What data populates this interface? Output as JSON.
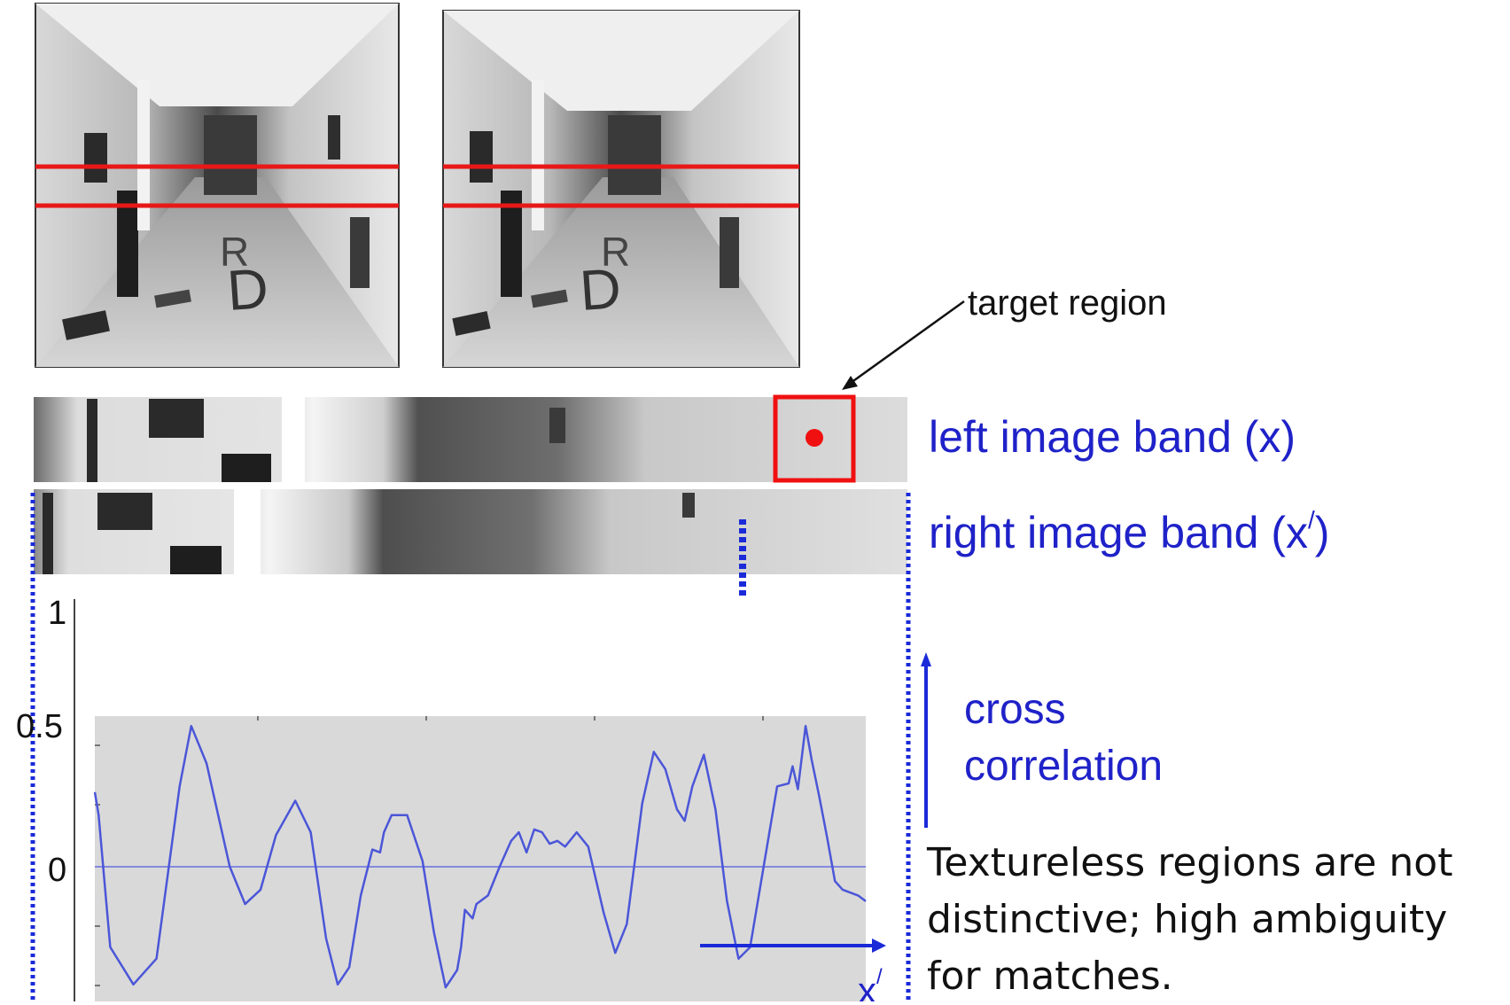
{
  "labels": {
    "target_region": "target region",
    "left_band": "left image band (x)",
    "right_band_prefix": "right image band (x",
    "right_band_prime": "/",
    "right_band_suffix": ")",
    "cross_line1": "cross",
    "cross_line2": "correlation",
    "x_axis": "x",
    "x_axis_prime": "/",
    "note": "Textureless regions are not distinctive; high ambiguity for matches."
  },
  "chart_data": {
    "type": "line",
    "xlabel": "x/",
    "ylabel": "",
    "yticks": [
      "1",
      "0.5",
      "0"
    ],
    "ylim": [
      -0.42,
      0.52
    ],
    "xlim": [
      0,
      1
    ],
    "series": [
      {
        "values": [
          [
            0.0,
            0.26
          ],
          [
            0.005,
            0.18
          ],
          [
            0.02,
            -0.28
          ],
          [
            0.05,
            -0.41
          ],
          [
            0.08,
            -0.32
          ],
          [
            0.11,
            0.28
          ],
          [
            0.125,
            0.49
          ],
          [
            0.145,
            0.36
          ],
          [
            0.175,
            0.0
          ],
          [
            0.195,
            -0.13
          ],
          [
            0.215,
            -0.08
          ],
          [
            0.235,
            0.11
          ],
          [
            0.26,
            0.23
          ],
          [
            0.28,
            0.12
          ],
          [
            0.3,
            -0.25
          ],
          [
            0.315,
            -0.41
          ],
          [
            0.33,
            -0.35
          ],
          [
            0.345,
            -0.1
          ],
          [
            0.36,
            0.06
          ],
          [
            0.37,
            0.05
          ],
          [
            0.375,
            0.12
          ],
          [
            0.385,
            0.18
          ],
          [
            0.405,
            0.18
          ],
          [
            0.425,
            0.02
          ],
          [
            0.44,
            -0.23
          ],
          [
            0.455,
            -0.42
          ],
          [
            0.47,
            -0.36
          ],
          [
            0.475,
            -0.28
          ],
          [
            0.48,
            -0.15
          ],
          [
            0.49,
            -0.18
          ],
          [
            0.495,
            -0.13
          ],
          [
            0.51,
            -0.1
          ],
          [
            0.525,
            0.0
          ],
          [
            0.54,
            0.09
          ],
          [
            0.55,
            0.12
          ],
          [
            0.56,
            0.05
          ],
          [
            0.57,
            0.13
          ],
          [
            0.58,
            0.12
          ],
          [
            0.59,
            0.08
          ],
          [
            0.6,
            0.09
          ],
          [
            0.61,
            0.07
          ],
          [
            0.625,
            0.12
          ],
          [
            0.64,
            0.07
          ],
          [
            0.66,
            -0.16
          ],
          [
            0.675,
            -0.3
          ],
          [
            0.69,
            -0.2
          ],
          [
            0.71,
            0.22
          ],
          [
            0.725,
            0.4
          ],
          [
            0.74,
            0.34
          ],
          [
            0.755,
            0.2
          ],
          [
            0.765,
            0.16
          ],
          [
            0.775,
            0.28
          ],
          [
            0.79,
            0.39
          ],
          [
            0.805,
            0.2
          ],
          [
            0.82,
            -0.12
          ],
          [
            0.835,
            -0.32
          ],
          [
            0.85,
            -0.28
          ],
          [
            0.87,
            0.04
          ],
          [
            0.885,
            0.28
          ],
          [
            0.9,
            0.29
          ],
          [
            0.905,
            0.35
          ],
          [
            0.912,
            0.27
          ],
          [
            0.922,
            0.49
          ],
          [
            0.93,
            0.37
          ],
          [
            0.94,
            0.24
          ],
          [
            0.95,
            0.1
          ],
          [
            0.96,
            -0.05
          ],
          [
            0.97,
            -0.08
          ],
          [
            0.98,
            -0.09
          ],
          [
            0.99,
            -0.1
          ],
          [
            1.0,
            -0.12
          ]
        ]
      }
    ]
  },
  "colors": {
    "plot_background": "#d9d9d9",
    "line": "#4b56d8",
    "label_blue": "#1f22c8",
    "red": "#f01010",
    "guide_blue": "#1a2ad8"
  }
}
